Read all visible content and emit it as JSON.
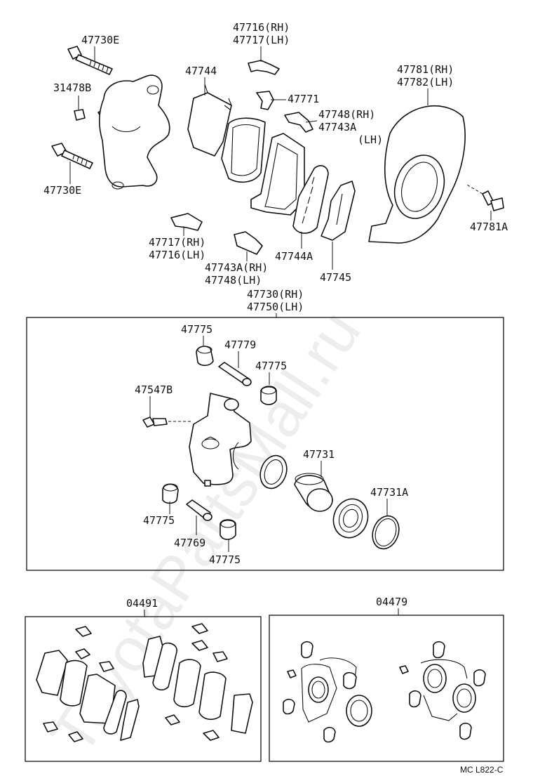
{
  "watermark": "ToyotaPartsMall.ru",
  "labels": {
    "p47730e_top": "47730E",
    "p31478b": "31478B",
    "p47730e_bottom": "47730E",
    "p47744": "47744",
    "p47716_rh": "47716(RH)",
    "p47717_lh": "47717(LH)",
    "p47771": "47771",
    "p47748_rh": "47748(RH)",
    "p47743a": "47743A",
    "p47743a_lh": "(LH)",
    "p47781_rh": "47781(RH)",
    "p47782_lh": "47782(LH)",
    "p47781a": "47781A",
    "p47717_rh": "47717(RH)",
    "p47716_lh": "47716(LH)",
    "p47744a": "47744A",
    "p47743a_rh": "47743A(RH)",
    "p47748_lh": "47748(LH)",
    "p47745": "47745",
    "p47730_rh": "47730(RH)",
    "p47750_lh": "47750(LH)",
    "p47775_a": "47775",
    "p47779": "47779",
    "p47775_b": "47775",
    "p47547b": "47547B",
    "p47731": "47731",
    "p47731a": "47731A",
    "p47775_c": "47775",
    "p47769": "47769",
    "p47775_d": "47775",
    "p04491": "04491",
    "p04479": "04479",
    "footer_code": "MC L822-C"
  }
}
